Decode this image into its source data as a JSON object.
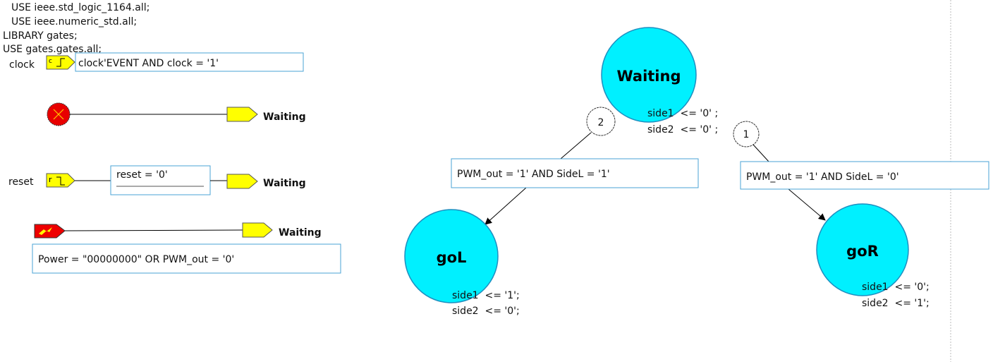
{
  "header_code": [
    "USE ieee.std_logic_1164.all;",
    "USE ieee.numeric_std.all;",
    "LIBRARY gates;",
    "USE gates.gates.all;"
  ],
  "clock": {
    "label": "clock",
    "tag": "c",
    "condition": "clock'EVENT AND clock = '1'"
  },
  "initial": {
    "target": "Waiting"
  },
  "reset": {
    "label": "reset",
    "tag": "r",
    "condition": "reset = '0'",
    "target": "Waiting"
  },
  "exception": {
    "target": "Waiting",
    "condition": "Power = \"00000000\" OR PWM_out = '0'"
  },
  "states": [
    {
      "name": "Waiting",
      "actions": [
        "side1  <= '0' ;",
        "side2  <= '0' ;"
      ]
    },
    {
      "name": "goL",
      "actions": [
        "side1  <= '1';",
        "side2  <= '0';"
      ]
    },
    {
      "name": "goR",
      "actions": [
        "side1  <= '0';",
        "side2  <= '1';"
      ]
    }
  ],
  "transitions": [
    {
      "priority": "2",
      "condition": "PWM_out = '1' AND SideL = '1'"
    },
    {
      "priority": "1",
      "condition": "PWM_out = '1' AND SideL = '0'"
    }
  ],
  "colors": {
    "state_fill": "#00f0ff",
    "state_stroke": "#1e8fc0",
    "tag_fill": "#ffff00",
    "box_stroke": "#4aa3d6"
  }
}
